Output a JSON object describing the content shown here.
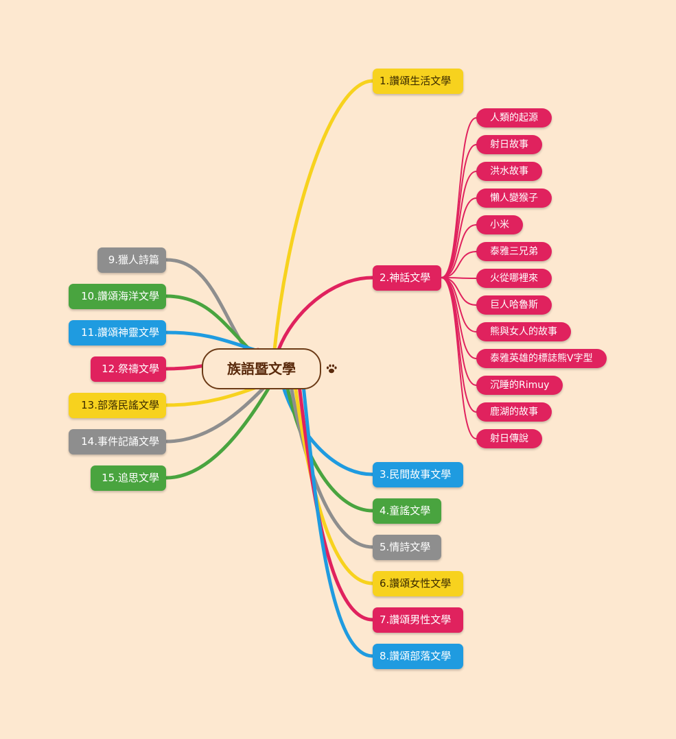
{
  "root": {
    "label": "族語暨文學"
  },
  "colors": {
    "yellow": "#f7d21e",
    "red": "#e0225e",
    "blue": "#1f9be0",
    "green": "#49a43f",
    "gray": "#8e8e8e",
    "background": "#fde8d0",
    "root_border": "#6b3a16"
  },
  "right_branches": [
    {
      "label": "1.讚頌生活文學",
      "color": "yellow"
    },
    {
      "label": "2.神話文學",
      "color": "red",
      "children": [
        "人類的起源",
        "射日故事",
        "洪水故事",
        "懶人變猴子",
        "小米",
        "泰雅三兄弟",
        "火從哪裡來",
        "巨人哈魯斯",
        "熊與女人的故事",
        "泰雅英雄的標誌熊V字型",
        "沉睡的Rimuy",
        "鹿湖的故事",
        "射日傳說"
      ]
    },
    {
      "label": "3.民間故事文學",
      "color": "blue"
    },
    {
      "label": "4.童謠文學",
      "color": "green"
    },
    {
      "label": "5.情詩文學",
      "color": "gray"
    },
    {
      "label": "6.讚頌女性文學",
      "color": "yellow"
    },
    {
      "label": "7.讚頌男性文學",
      "color": "red"
    },
    {
      "label": "8.讚頌部落文學",
      "color": "blue"
    }
  ],
  "left_branches": [
    {
      "label": "9.獵人詩篇",
      "color": "gray"
    },
    {
      "label": "10.讚頌海洋文學",
      "color": "green"
    },
    {
      "label": "11.讚頌神靈文學",
      "color": "blue"
    },
    {
      "label": "12.祭禱文學",
      "color": "red"
    },
    {
      "label": "13.部落民謠文學",
      "color": "yellow"
    },
    {
      "label": "14.事件記誦文學",
      "color": "gray"
    },
    {
      "label": "15.追思文學",
      "color": "green"
    }
  ]
}
